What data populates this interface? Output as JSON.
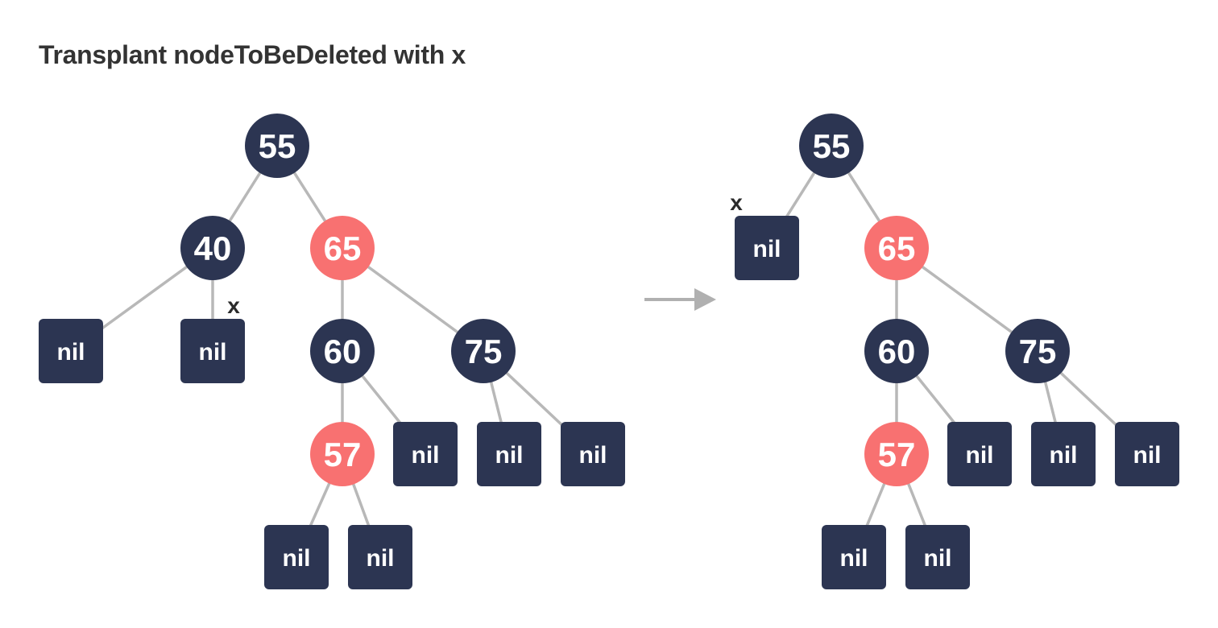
{
  "title": "Transplant nodeToBeDeleted with x",
  "colors": {
    "black_node": "#2c3552",
    "red_node": "#f87171",
    "edge": "#b8b8b8",
    "arrow": "#b0b0b0"
  },
  "node_marker": "x",
  "leaf_label": "nil",
  "trees": [
    {
      "id": "before",
      "nodes": [
        {
          "id": "55",
          "label": "55",
          "color": "black"
        },
        {
          "id": "40",
          "label": "40",
          "color": "black"
        },
        {
          "id": "65",
          "label": "65",
          "color": "red"
        },
        {
          "id": "60",
          "label": "60",
          "color": "black"
        },
        {
          "id": "75",
          "label": "75",
          "color": "black"
        },
        {
          "id": "57",
          "label": "57",
          "color": "red"
        },
        {
          "id": "n40L",
          "label": "nil",
          "color": "leaf"
        },
        {
          "id": "n40R",
          "label": "nil",
          "color": "leaf",
          "marker": "x"
        },
        {
          "id": "n60R",
          "label": "nil",
          "color": "leaf"
        },
        {
          "id": "n75L",
          "label": "nil",
          "color": "leaf"
        },
        {
          "id": "n75R",
          "label": "nil",
          "color": "leaf"
        },
        {
          "id": "n57L",
          "label": "nil",
          "color": "leaf"
        },
        {
          "id": "n57R",
          "label": "nil",
          "color": "leaf"
        }
      ],
      "edges": [
        [
          "55",
          "40"
        ],
        [
          "55",
          "65"
        ],
        [
          "40",
          "n40L"
        ],
        [
          "40",
          "n40R"
        ],
        [
          "65",
          "60"
        ],
        [
          "65",
          "75"
        ],
        [
          "60",
          "57"
        ],
        [
          "60",
          "n60R"
        ],
        [
          "75",
          "n75L"
        ],
        [
          "75",
          "n75R"
        ],
        [
          "57",
          "n57L"
        ],
        [
          "57",
          "n57R"
        ]
      ]
    },
    {
      "id": "after",
      "nodes": [
        {
          "id": "55",
          "label": "55",
          "color": "black"
        },
        {
          "id": "x",
          "label": "nil",
          "color": "leaf",
          "marker": "x"
        },
        {
          "id": "65",
          "label": "65",
          "color": "red"
        },
        {
          "id": "60",
          "label": "60",
          "color": "black"
        },
        {
          "id": "75",
          "label": "75",
          "color": "black"
        },
        {
          "id": "57",
          "label": "57",
          "color": "red"
        },
        {
          "id": "n60R",
          "label": "nil",
          "color": "leaf"
        },
        {
          "id": "n75L",
          "label": "nil",
          "color": "leaf"
        },
        {
          "id": "n75R",
          "label": "nil",
          "color": "leaf"
        },
        {
          "id": "n57L",
          "label": "nil",
          "color": "leaf"
        },
        {
          "id": "n57R",
          "label": "nil",
          "color": "leaf"
        }
      ],
      "edges": [
        [
          "55",
          "x"
        ],
        [
          "55",
          "65"
        ],
        [
          "65",
          "60"
        ],
        [
          "65",
          "75"
        ],
        [
          "60",
          "57"
        ],
        [
          "60",
          "n60R"
        ],
        [
          "75",
          "n75L"
        ],
        [
          "75",
          "n75R"
        ],
        [
          "57",
          "n57L"
        ],
        [
          "57",
          "n57R"
        ]
      ]
    }
  ]
}
